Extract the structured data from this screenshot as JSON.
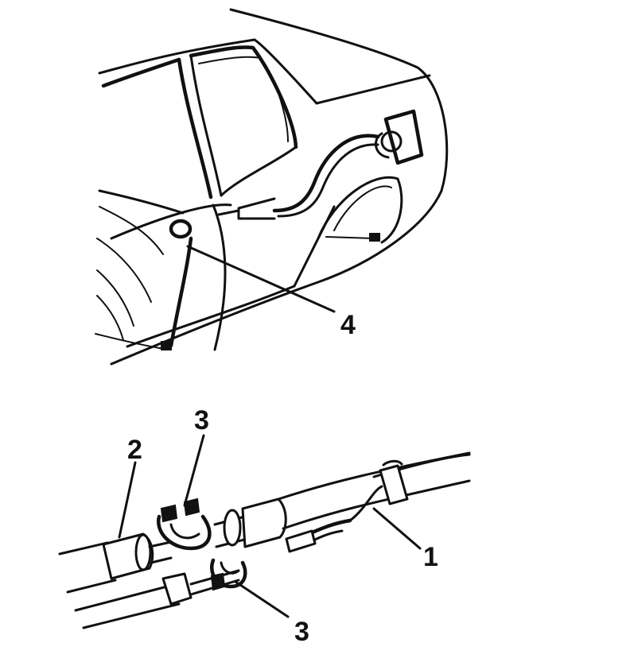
{
  "callouts": {
    "c1": "1",
    "c2": "2",
    "c3_top": "3",
    "c3_bottom": "3",
    "c4": "4"
  }
}
